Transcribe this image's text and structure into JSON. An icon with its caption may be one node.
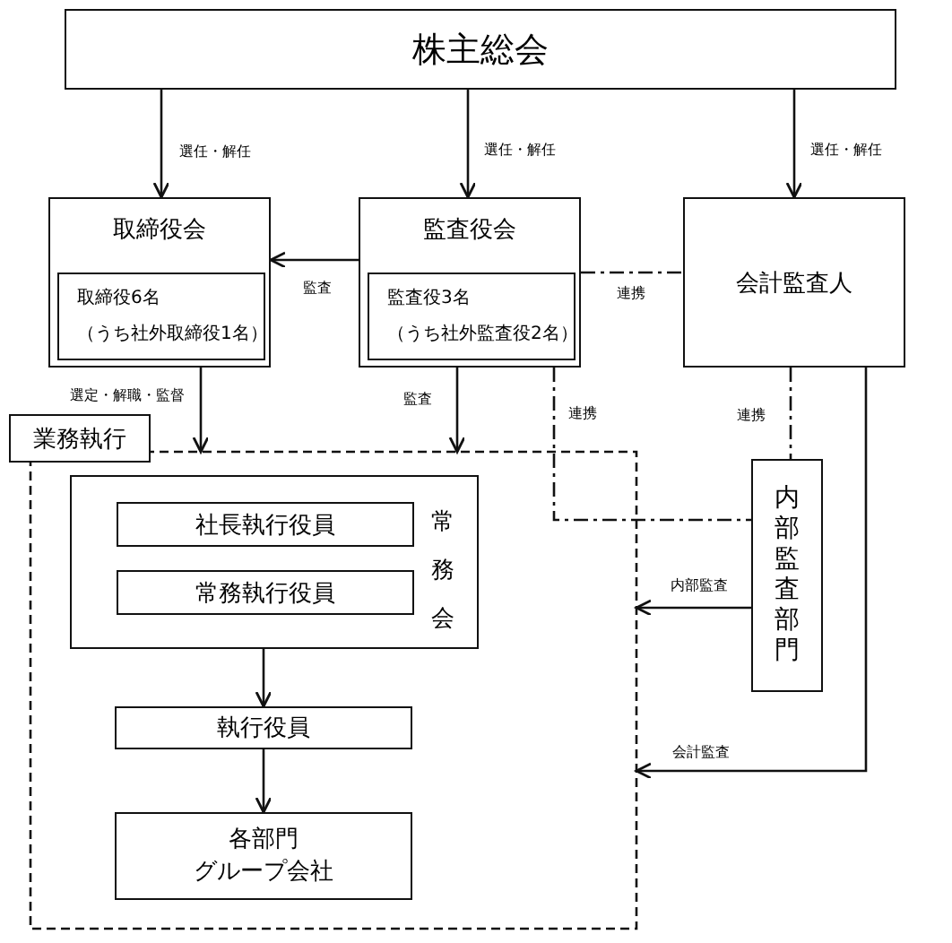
{
  "diagram": {
    "nodes": [
      {
        "text": [
          "株主総会"
        ]
      },
      {
        "text": [
          "取締役会"
        ]
      },
      {
        "text": [
          "取締役6名",
          "（うち社外取締役1名）"
        ],
        "in": 1
      },
      {
        "text": [
          "監査役会"
        ]
      },
      {
        "text": [
          "監査役3名",
          "（うち社外監査役2名）"
        ],
        "in": 3
      },
      {
        "text": [
          "会計監査人"
        ]
      },
      {
        "text": [
          "業務執行"
        ]
      },
      {
        "text": [
          "常務会"
        ],
        "in": 6
      },
      {
        "text": [
          "社長執行役員"
        ],
        "in": 7
      },
      {
        "text": [
          "常務執行役員"
        ],
        "in": 7
      },
      {
        "text": [
          "執行役員"
        ],
        "in": 6
      },
      {
        "text": [
          "各部門",
          "グループ会社"
        ],
        "in": 6
      },
      {
        "text": [
          "内部監査部門"
        ]
      }
    ],
    "edges": [
      {
        "from": 0,
        "to": 1,
        "arrow": "to",
        "label": "選任・解任"
      },
      {
        "from": 0,
        "to": 3,
        "arrow": "to",
        "label": "選任・解任"
      },
      {
        "from": 0,
        "to": 5,
        "arrow": "to",
        "label": "選任・解任"
      },
      {
        "from": 3,
        "to": 1,
        "arrow": "to",
        "label": "監査"
      },
      {
        "from": 3,
        "to": 5,
        "arrow": "none",
        "label": "連携",
        "style": "dashed"
      },
      {
        "from": 1,
        "to": 6,
        "arrow": "to",
        "label": "選定・解職・監督"
      },
      {
        "from": 3,
        "to": 6,
        "arrow": "to",
        "label": "監査"
      },
      {
        "from": 3,
        "to": 12,
        "arrow": "none",
        "label": "連携",
        "style": "dashed"
      },
      {
        "from": 5,
        "to": 12,
        "arrow": "none",
        "label": "連携",
        "style": "dashed"
      },
      {
        "from": 12,
        "to": 6,
        "arrow": "to",
        "label": "内部監査"
      },
      {
        "from": 5,
        "to": 6,
        "arrow": "to",
        "label": "会計監査"
      },
      {
        "from": 7,
        "to": 10,
        "arrow": "to"
      },
      {
        "from": 10,
        "to": 11,
        "arrow": "to"
      }
    ]
  }
}
